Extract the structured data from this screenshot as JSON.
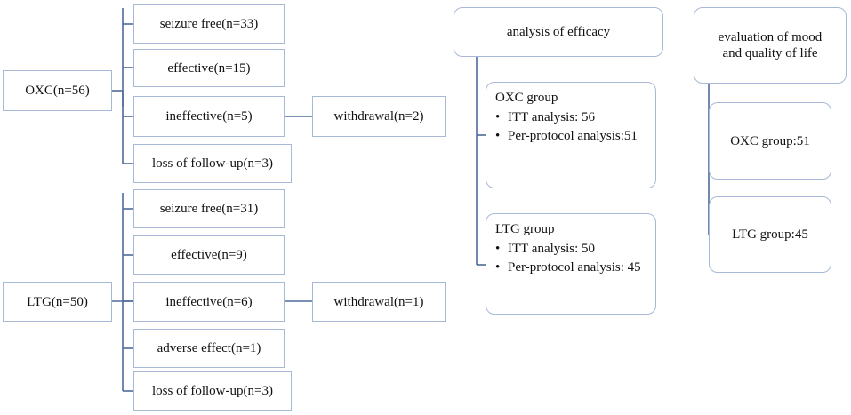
{
  "oxc": {
    "root": "OXC(n=56)",
    "branches": [
      "seizure free(n=33)",
      "effective(n=15)",
      "ineffective(n=5)",
      "loss of follow-up(n=3)"
    ],
    "withdrawal": "withdrawal(n=2)"
  },
  "ltg": {
    "root": "LTG(n=50)",
    "branches": [
      "seizure free(n=31)",
      "effective(n=9)",
      "ineffective(n=6)",
      "adverse effect(n=1)",
      "loss of follow-up(n=3)"
    ],
    "withdrawal": "withdrawal(n=1)"
  },
  "efficacy": {
    "title": "analysis of efficacy",
    "oxc_group": {
      "title": "OXC group",
      "items": [
        "ITT analysis:  56",
        "Per-protocol analysis:51"
      ]
    },
    "ltg_group": {
      "title": "LTG group",
      "items": [
        "ITT analysis:  50",
        "Per-protocol analysis: 45"
      ]
    }
  },
  "mood": {
    "title_line1": "evaluation of mood",
    "title_line2": "and quality of life",
    "oxc": "OXC group:51",
    "ltg": "LTG group:45"
  },
  "colors": {
    "line": "#4f6b9b",
    "box_border": "#a7b9d6"
  }
}
